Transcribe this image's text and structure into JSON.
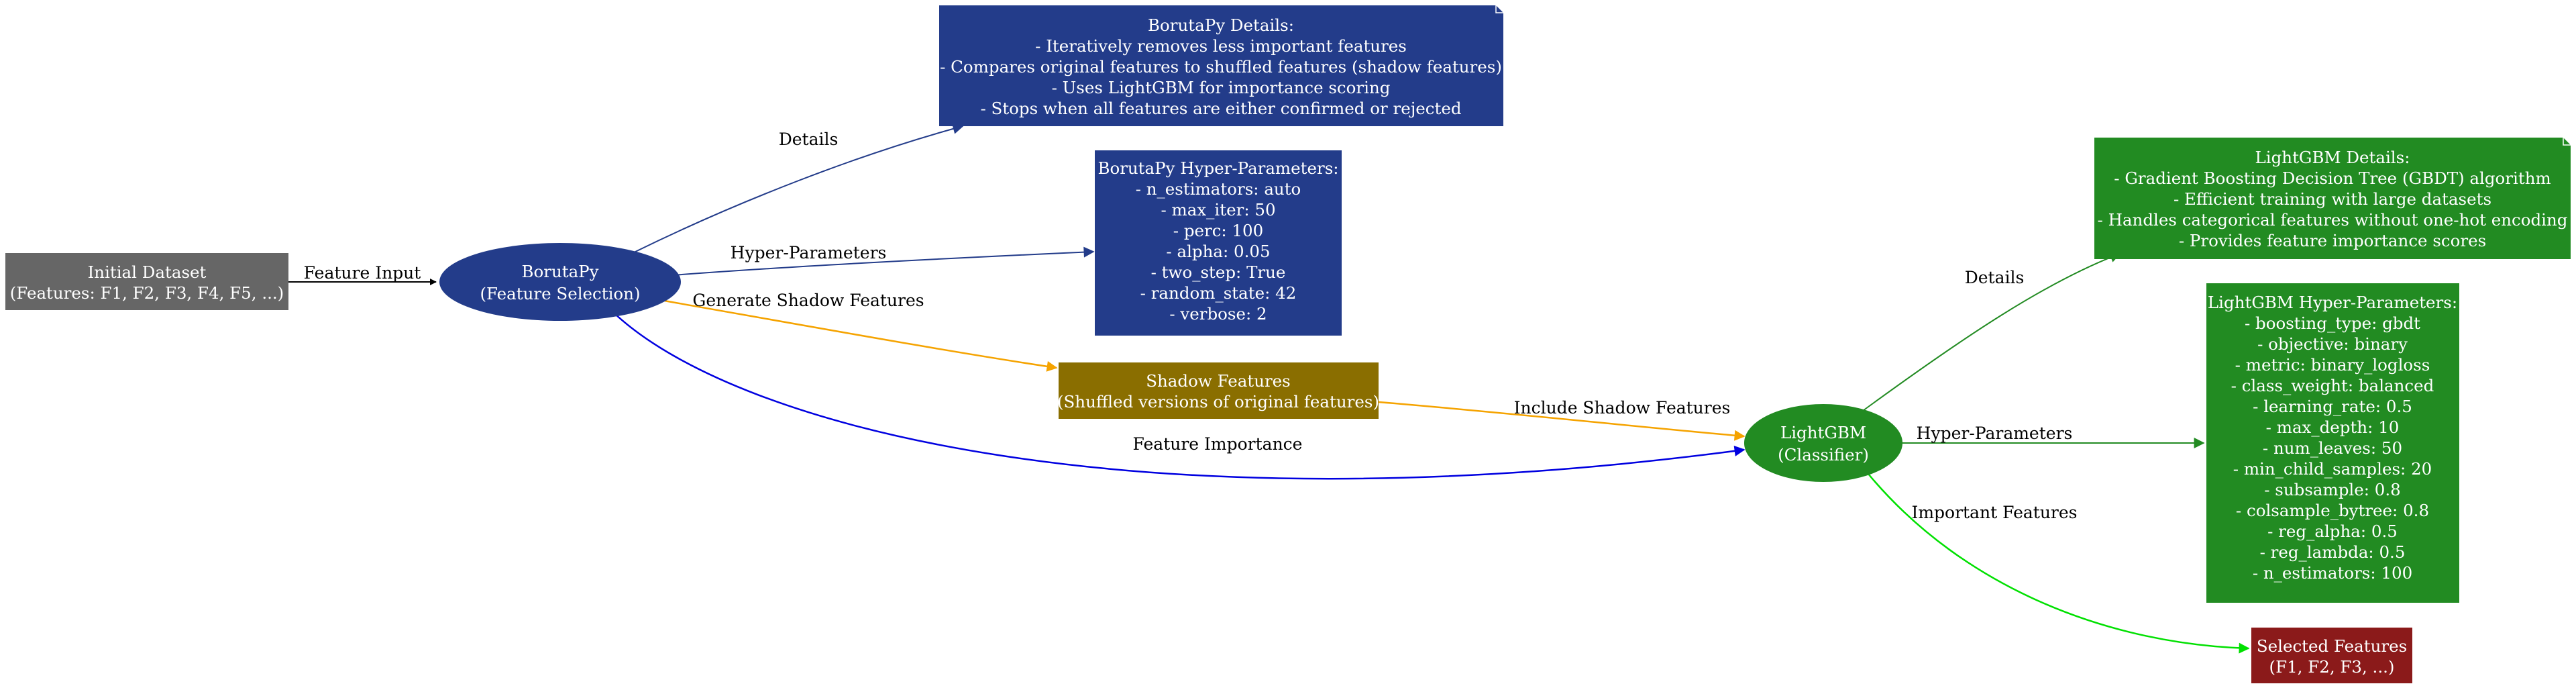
{
  "colors": {
    "dataset": "#666666",
    "boruta": "#233c8a",
    "shadow": "#8a6e00",
    "lgbm": "#228b22",
    "selected": "#8b1a1a",
    "edge_black": "#000000",
    "edge_orange": "#f5a300",
    "edge_blue": "#0000e0",
    "edge_green": "#00e000"
  },
  "nodes": {
    "dataset": {
      "lines": [
        "Initial Dataset",
        "(Features: F1, F2, F3, F4, F5, ...)"
      ]
    },
    "boruta": {
      "lines": [
        "BorutaPy",
        "(Feature Selection)"
      ]
    },
    "boruta_details": {
      "lines": [
        "BorutaPy Details:",
        "- Iteratively removes less important features",
        "- Compares original features to shuffled features (shadow features)",
        "- Uses LightGBM for importance scoring",
        "- Stops when all features are either confirmed or rejected"
      ]
    },
    "boruta_params": {
      "lines": [
        "BorutaPy Hyper-Parameters:",
        "- n_estimators: auto",
        "- max_iter: 50",
        "- perc: 100",
        "- alpha: 0.05",
        "- two_step: True",
        "- random_state: 42",
        "- verbose: 2"
      ]
    },
    "shadow": {
      "lines": [
        "Shadow Features",
        "(Shuffled versions of original features)"
      ]
    },
    "lgbm": {
      "lines": [
        "LightGBM",
        "(Classifier)"
      ]
    },
    "lgbm_details": {
      "lines": [
        "LightGBM Details:",
        "- Gradient Boosting Decision Tree (GBDT) algorithm",
        "- Efficient training with large datasets",
        "- Handles categorical features without one-hot encoding",
        "- Provides feature importance scores"
      ]
    },
    "lgbm_params": {
      "lines": [
        "LightGBM Hyper-Parameters:",
        "- boosting_type: gbdt",
        "- objective: binary",
        "- metric: binary_logloss",
        "- class_weight: balanced",
        "- learning_rate: 0.5",
        "- max_depth: 10",
        "- num_leaves: 50",
        "- min_child_samples: 20",
        "- subsample: 0.8",
        "- colsample_bytree: 0.8",
        "- reg_alpha: 0.5",
        "- reg_lambda: 0.5",
        "- n_estimators: 100"
      ]
    },
    "selected": {
      "lines": [
        "Selected Features",
        "(F1, F2, F3, ...)"
      ]
    }
  },
  "edges": {
    "feature_input": "Feature Input",
    "details_boruta": "Details",
    "hyper_boruta": "Hyper-Parameters",
    "generate_shadow": "Generate Shadow Features",
    "feature_importance": "Feature Importance",
    "include_shadow": "Include Shadow Features",
    "details_lgbm": "Details",
    "hyper_lgbm": "Hyper-Parameters",
    "important_features": "Important Features"
  }
}
